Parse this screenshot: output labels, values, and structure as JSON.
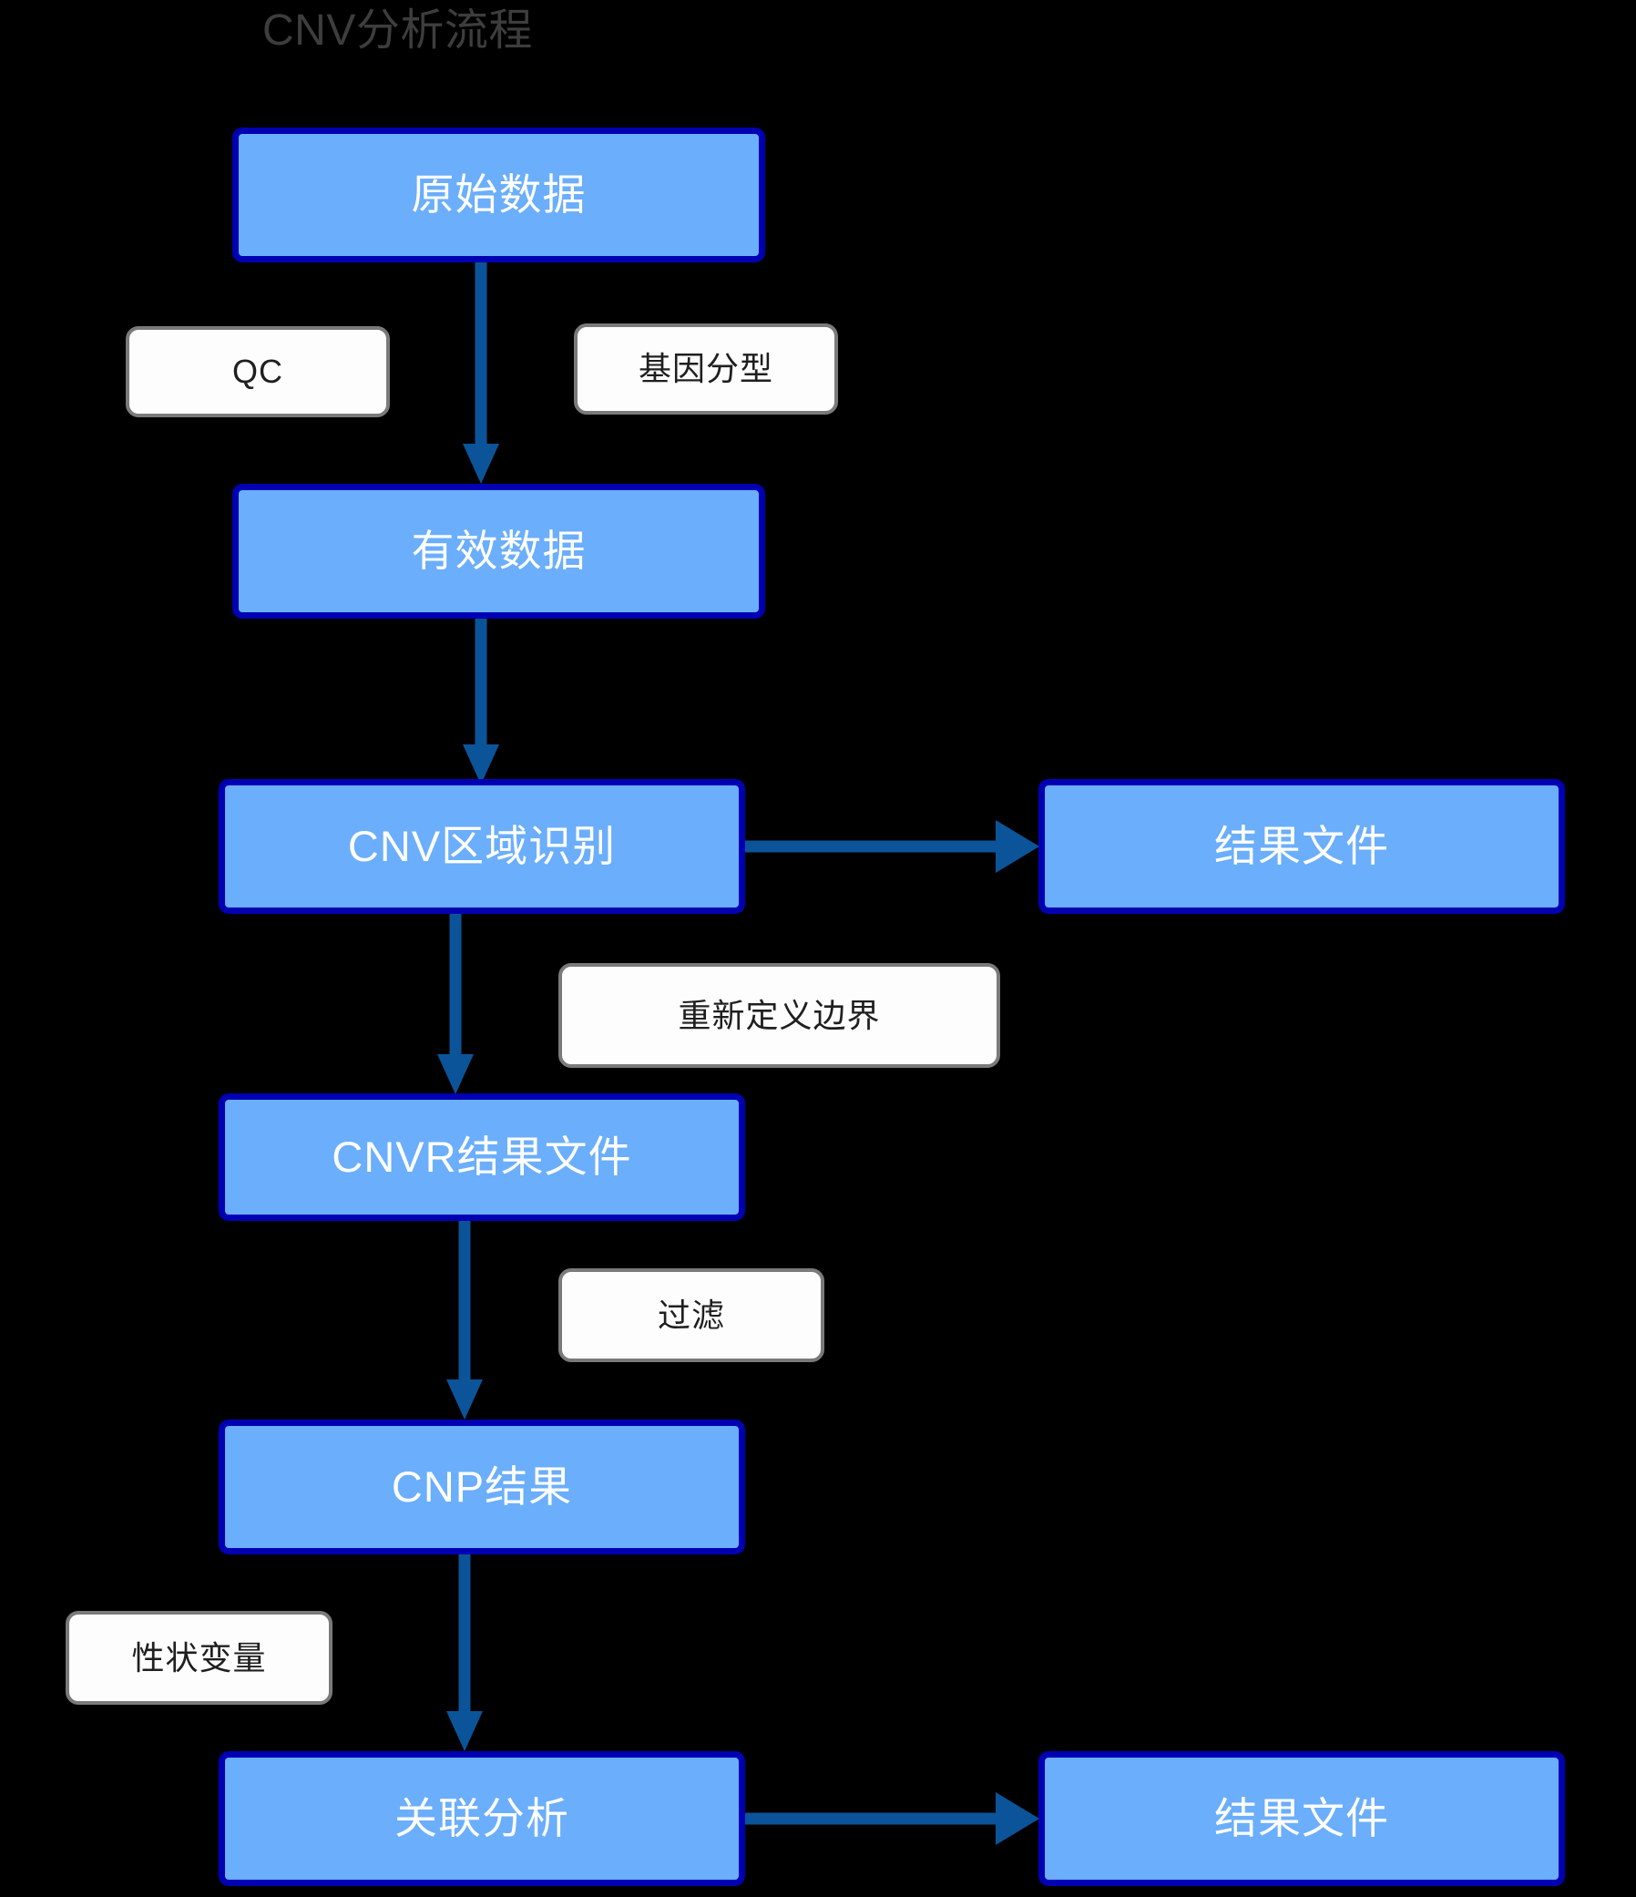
{
  "diagram": {
    "title": "CNV分析流程",
    "background_color": "#000000",
    "node_fill": "#6BAEFB",
    "node_border": "#0000B3",
    "node_text_color": "#FFFFFF",
    "label_fill": "#FDFDFD",
    "label_border": "#7A7A7A",
    "label_text_color": "#1F1F1F",
    "arrow_color": "#0B5499",
    "title_color": "#3D3D3D"
  },
  "nodes": [
    {
      "id": "raw-data",
      "label": "原始数据"
    },
    {
      "id": "valid-data",
      "label": "有效数据"
    },
    {
      "id": "cnv-region",
      "label": "CNV区域识别"
    },
    {
      "id": "result-file-1",
      "label": "结果文件"
    },
    {
      "id": "cnvr-result",
      "label": "CNVR结果文件"
    },
    {
      "id": "cnp-result",
      "label": "CNP结果"
    },
    {
      "id": "assoc-analysis",
      "label": "关联分析"
    },
    {
      "id": "result-file-2",
      "label": "结果文件"
    }
  ],
  "edge_labels": [
    {
      "id": "qc",
      "label": "QC"
    },
    {
      "id": "genotyping",
      "label": "基因分型"
    },
    {
      "id": "redefine",
      "label": "重新定义边界"
    },
    {
      "id": "filter",
      "label": "过滤"
    },
    {
      "id": "trait",
      "label": "性状变量"
    }
  ],
  "edges": [
    {
      "from": "raw-data",
      "to": "valid-data",
      "direction": "down"
    },
    {
      "from": "valid-data",
      "to": "cnv-region",
      "direction": "down"
    },
    {
      "from": "cnv-region",
      "to": "result-file-1",
      "direction": "right"
    },
    {
      "from": "cnv-region",
      "to": "cnvr-result",
      "direction": "down"
    },
    {
      "from": "cnvr-result",
      "to": "cnp-result",
      "direction": "down"
    },
    {
      "from": "cnp-result",
      "to": "assoc-analysis",
      "direction": "down"
    },
    {
      "from": "assoc-analysis",
      "to": "result-file-2",
      "direction": "right"
    }
  ]
}
